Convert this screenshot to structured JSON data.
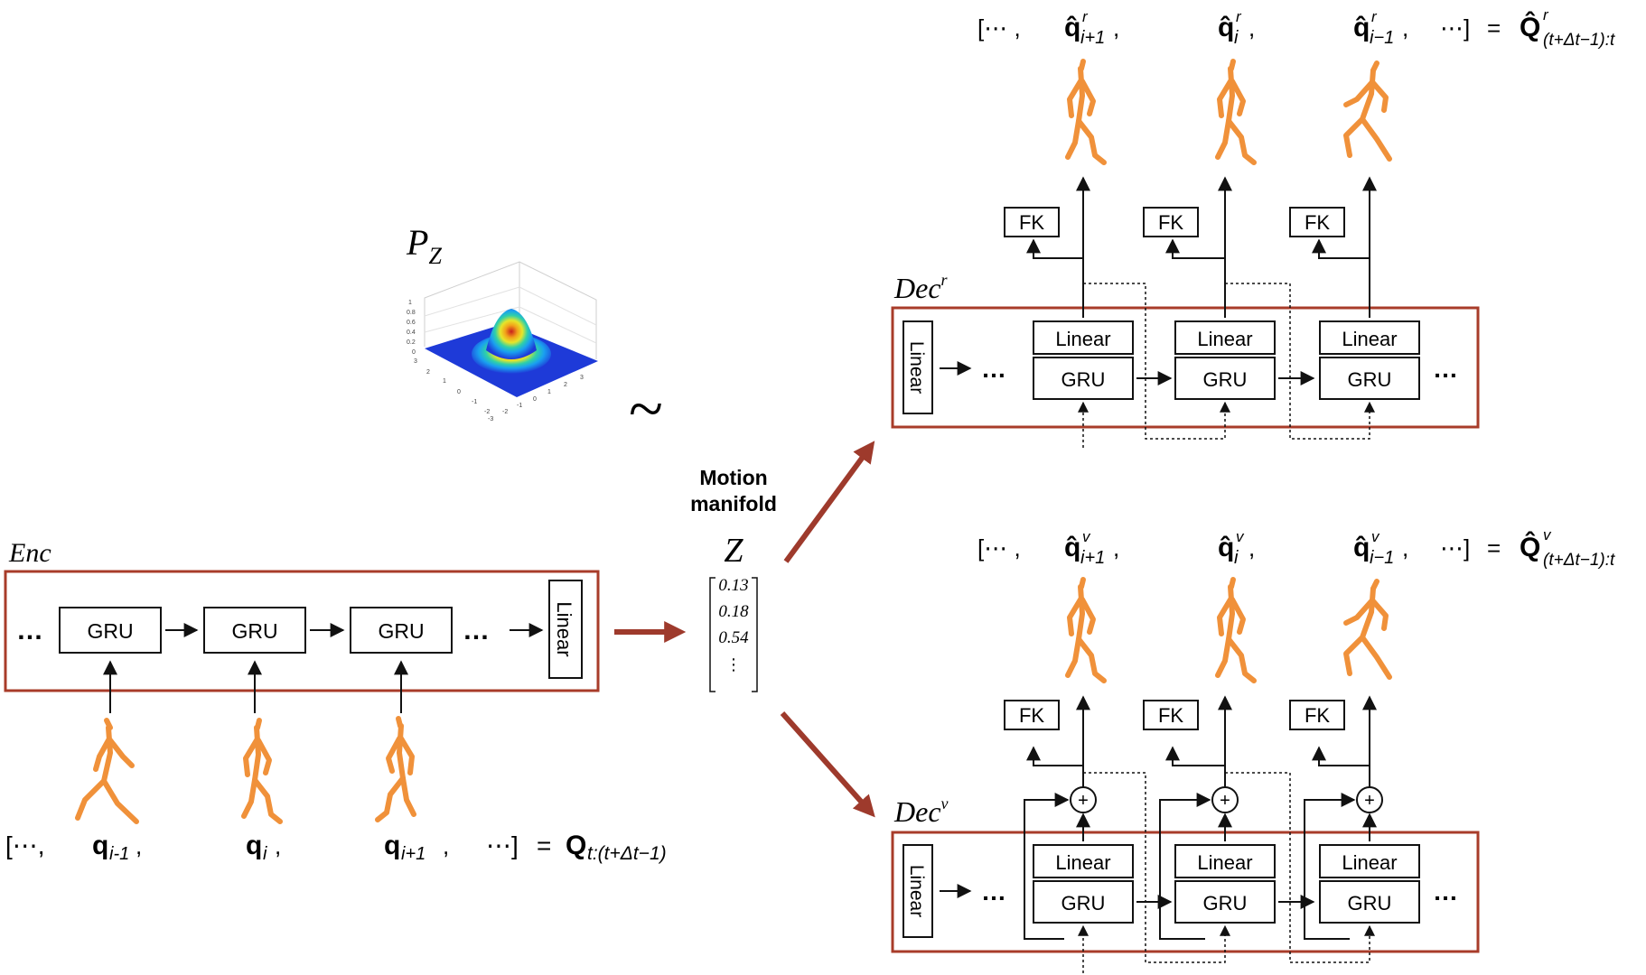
{
  "colors": {
    "frame": "#a83c2a",
    "big_arrow": "#9e3a2c",
    "figure": "#f0913a",
    "figure_stroke": "#c96a1c",
    "black": "#111111"
  },
  "labels": {
    "enc": "Enc",
    "dec_r_base": "Dec",
    "dec_r_sup": "r",
    "dec_v_base": "Dec",
    "dec_v_sup": "v",
    "pz_base": "P",
    "pz_sub": "Z",
    "tilde": "~",
    "motion_1": "Motion",
    "motion_2": "manifold",
    "z": "Z",
    "dots": "…",
    "vdots": "⋮"
  },
  "blocks": {
    "gru": "GRU",
    "linear": "Linear",
    "fk": "FK",
    "plus": "+"
  },
  "z_vector": [
    "0.13",
    "0.18",
    "0.54"
  ],
  "axis_ticks": {
    "z": [
      "1",
      "0.8",
      "0.6",
      "0.4",
      "0.2",
      "0"
    ],
    "x": [
      "-3",
      "-2",
      "-1",
      "0",
      "1",
      "2",
      "3"
    ],
    "y": [
      "-3",
      "-2",
      "-1",
      "0",
      "1",
      "2",
      "3"
    ]
  },
  "input_seq": {
    "open": "[⋯,",
    "q": "q",
    "sub_1": "i-1",
    "sub_2": "i",
    "sub_3": "i+1",
    "comma": ",",
    "close": "⋯]",
    "eq": "=",
    "Q": "Q",
    "Q_sub": "t:(t+Δt−1)"
  },
  "out_r": {
    "open": "[⋯ ,",
    "q": "q̂",
    "sup": "r",
    "sub_1": "i+1",
    "sub_2": "i",
    "sub_3": "i−1",
    "comma": ",",
    "close": "⋯]",
    "eq": "=",
    "Q": "Q̂",
    "Q_sup": "r",
    "Q_sub": "(t+Δt−1):t"
  },
  "out_v": {
    "open": "[⋯ ,",
    "q": "q̂",
    "sup": "v",
    "sub_1": "i+1",
    "sub_2": "i",
    "sub_3": "i−1",
    "comma": ",",
    "close": "⋯]",
    "eq": "=",
    "Q": "Q̂",
    "Q_sup": "v",
    "Q_sub": "(t+Δt−1):t"
  }
}
